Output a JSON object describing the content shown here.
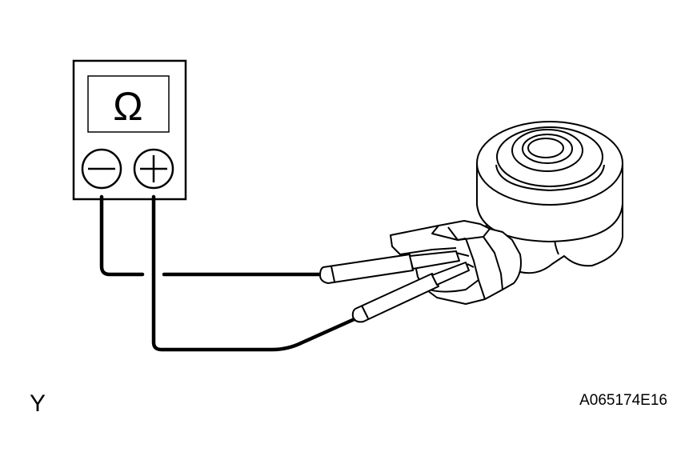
{
  "meter": {
    "display_symbol": "Ω",
    "negative_symbol": "−",
    "positive_symbol": "+"
  },
  "labels": {
    "corner_letter": "Y",
    "figure_code": "A065174E16"
  },
  "colors": {
    "ink": "#000000",
    "background": "#ffffff"
  }
}
